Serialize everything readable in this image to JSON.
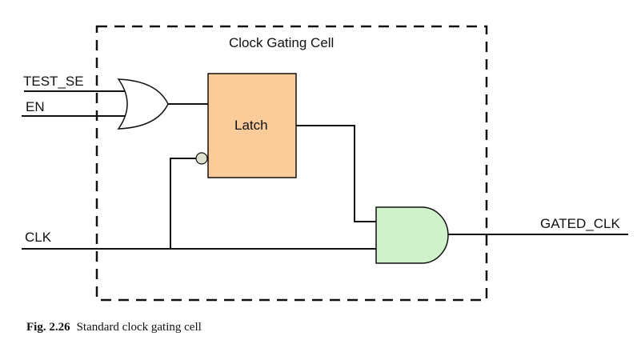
{
  "diagram": {
    "title": "Clock Gating Cell",
    "inputs": [
      "TEST_SE",
      "EN",
      "CLK"
    ],
    "output": "GATED_CLK",
    "latch_label": "Latch",
    "colors": {
      "latch_fill": "#fbcb9a",
      "and_fill": "#cff2cb",
      "bubble_fill": "#dde3d0"
    }
  },
  "caption": {
    "number": "Fig. 2.26",
    "text": "Standard clock gating cell"
  }
}
